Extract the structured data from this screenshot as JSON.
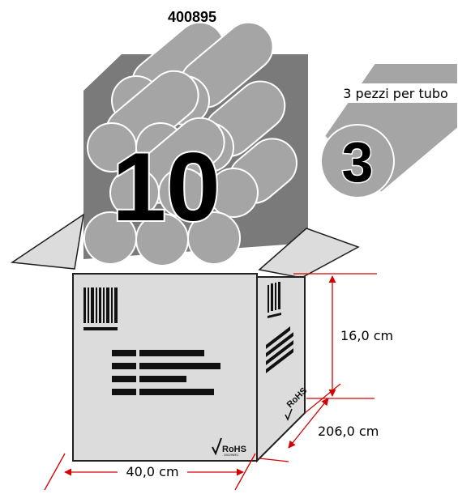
{
  "product": {
    "code": "400895",
    "quantity": "10",
    "pieces_per_tube_label": "3 pezzi per tubo",
    "pieces_per_tube": "3"
  },
  "dimensions": {
    "height": "16,0 cm",
    "depth": "206,0 cm",
    "width": "40,0 cm"
  },
  "rohs": {
    "logo_text": "RoHS",
    "subtext": "2002/95/EC"
  },
  "colors": {
    "box_face": "#dcdcdc",
    "box_stroke": "#202020",
    "tube_fill": "#a5a5a5",
    "back_panel": "#7a7a7a",
    "tube_stroke": "#ffffff",
    "dimension_line": "#d50000",
    "text": "#000000"
  }
}
